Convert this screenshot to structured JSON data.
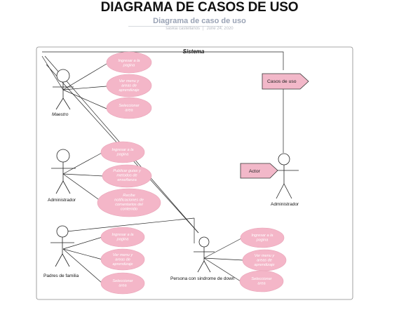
{
  "page": {
    "title": "DIAGRAMA DE CASOS DE USO",
    "subtitle": "Diagrama de caso de uso",
    "author": "saskia castellanos",
    "date": "June 24, 2020"
  },
  "diagram": {
    "system_label": "Sistema",
    "actors": [
      {
        "id": "maestro",
        "label": "Maestro"
      },
      {
        "id": "administrador",
        "label": "Administrador"
      },
      {
        "id": "padres",
        "label": "Padres de familia"
      },
      {
        "id": "persona",
        "label": "Persona con sindrome de down"
      },
      {
        "id": "admin_legend",
        "label": "Administrador"
      }
    ],
    "use_cases": {
      "maestro": [
        [
          "Ingresar a la",
          "pagina"
        ],
        [
          "Ver menu y",
          "areas de",
          "aprendizaje"
        ],
        [
          "Seleccionar",
          "area"
        ]
      ],
      "administrador": [
        [
          "Ingresar a la",
          "pagina"
        ],
        [
          "Publicar guias y",
          "metodos de",
          "enseñanza"
        ],
        [
          "Recibe",
          "notificaciones de",
          "comentarios del",
          "contenido"
        ]
      ],
      "padres": [
        [
          "Ingresar a la",
          "pagina"
        ],
        [
          "Ver menu y",
          "areas de",
          "aprendizaje"
        ],
        [
          "Seleccionar",
          "area"
        ]
      ],
      "persona": [
        [
          "Ingresar a la",
          "pagina"
        ],
        [
          "Ver menu y",
          "areas de",
          "aprendizaje"
        ],
        [
          "Seleccionar",
          "area"
        ]
      ]
    },
    "legend": {
      "use_case_tag": "Casos de uso",
      "actor_tag": "Actor"
    },
    "colors": {
      "ellipse_fill": "#f4b6c8",
      "tag_fill": "#f2b8c9",
      "line": "#222222"
    }
  }
}
